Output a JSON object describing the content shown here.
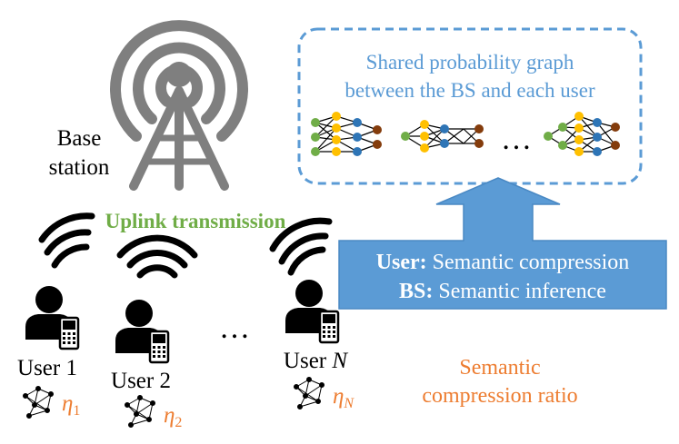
{
  "colors": {
    "dashed_border": "#5b9bd5",
    "title_text": "#5b9bd5",
    "callout_fill": "#5b9bd5",
    "callout_text": "#ffffff",
    "uplink_text": "#70ad47",
    "ratio_text": "#ed7d31",
    "tower": "#7f7f7f",
    "node_green": "#70ad47",
    "node_yellow": "#ffc000",
    "node_blue": "#2e75b6",
    "node_brown": "#843c0c",
    "user_black": "#000000"
  },
  "base_station": {
    "label_line1": "Base",
    "label_line2": "station",
    "icon": "radio-tower-icon"
  },
  "shared_graph": {
    "title_line1": "Shared probability graph",
    "title_line2": "between the BS and each user",
    "ellipsis": "…"
  },
  "uplink": {
    "label": "Uplink transmission"
  },
  "callout": {
    "line1_bold": "User:",
    "line1_text": " Semantic compression",
    "line2_bold": "BS:",
    "line2_text": " Semantic inference"
  },
  "users": {
    "user1": {
      "label": "User 1",
      "eta_sym": "η",
      "eta_sub": "1"
    },
    "user2": {
      "label": "User 2",
      "eta_sym": "η",
      "eta_sub": "2"
    },
    "userN": {
      "label_prefix": "User ",
      "label_var": "N",
      "eta_sym": "η",
      "eta_sub": "N"
    },
    "ellipsis": "…",
    "icon": "user-with-phone-icon"
  },
  "ratio": {
    "line1": "Semantic",
    "line2": "compression ratio"
  }
}
